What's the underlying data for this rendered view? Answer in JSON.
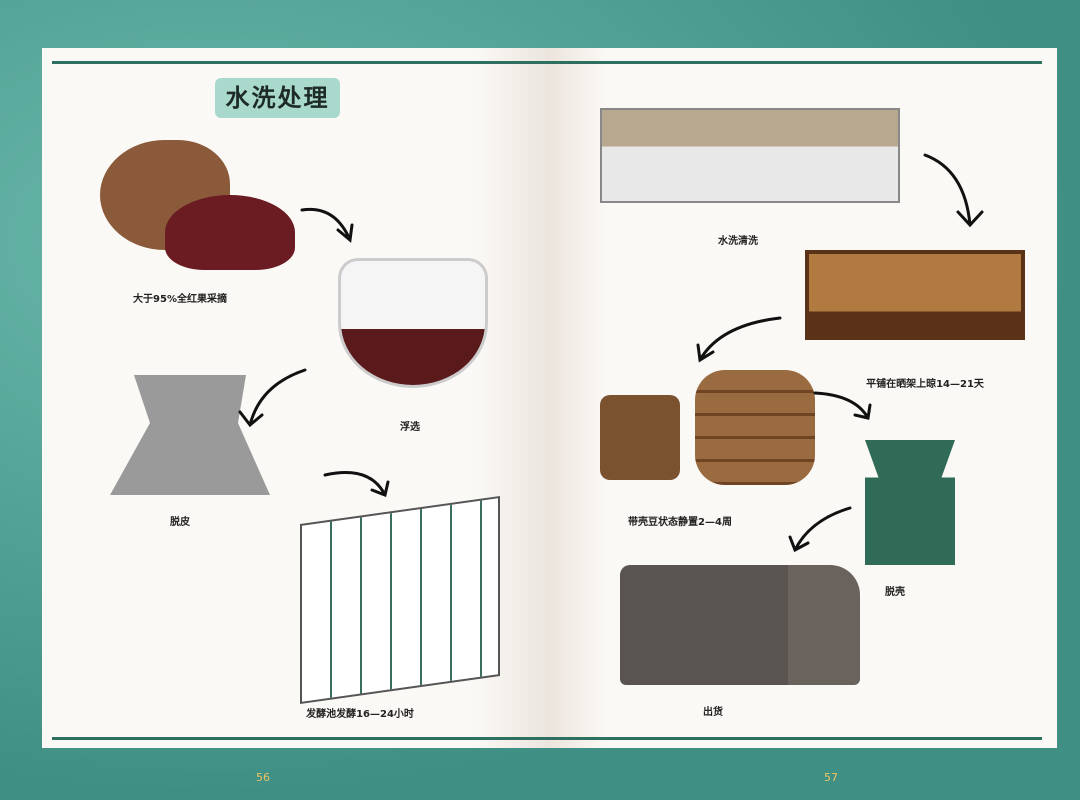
{
  "title": "水洗处理",
  "steps": [
    {
      "label": "大于95%全红果采摘"
    },
    {
      "label": "浮选"
    },
    {
      "label": "脱皮"
    },
    {
      "label": "发酵池发酵16—24小时"
    },
    {
      "label": "水洗清洗"
    },
    {
      "label": "平铺在晒架上晾14—21天"
    },
    {
      "label": "带壳豆状态静置2—4周"
    },
    {
      "label": "脱壳"
    },
    {
      "label": "出货"
    }
  ],
  "page_numbers": {
    "left": "56",
    "right": "57"
  },
  "colors": {
    "border": "#4c9f93",
    "rule": "#2f6f5f",
    "title_bg": "#a9d8cc"
  }
}
